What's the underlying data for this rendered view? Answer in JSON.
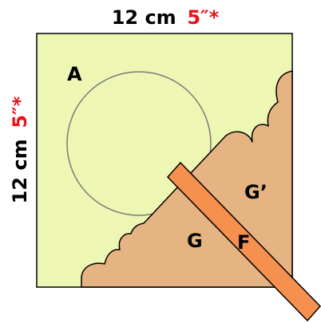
{
  "top_dimension": {
    "value": "12 cm",
    "alt": "5″*"
  },
  "left_dimension": {
    "value": "12 cm",
    "alt": "5″*"
  },
  "labels": {
    "a": "A",
    "g": "G",
    "g_prime": "G’",
    "f": "F"
  },
  "colors": {
    "panel_fill": "#eef6b3",
    "piece_fill": "#e6b383",
    "strip_fill": "#f5904f",
    "alt_text": "#e8141b",
    "outline": "#000000",
    "circle_stroke": "#7a7a7a"
  }
}
